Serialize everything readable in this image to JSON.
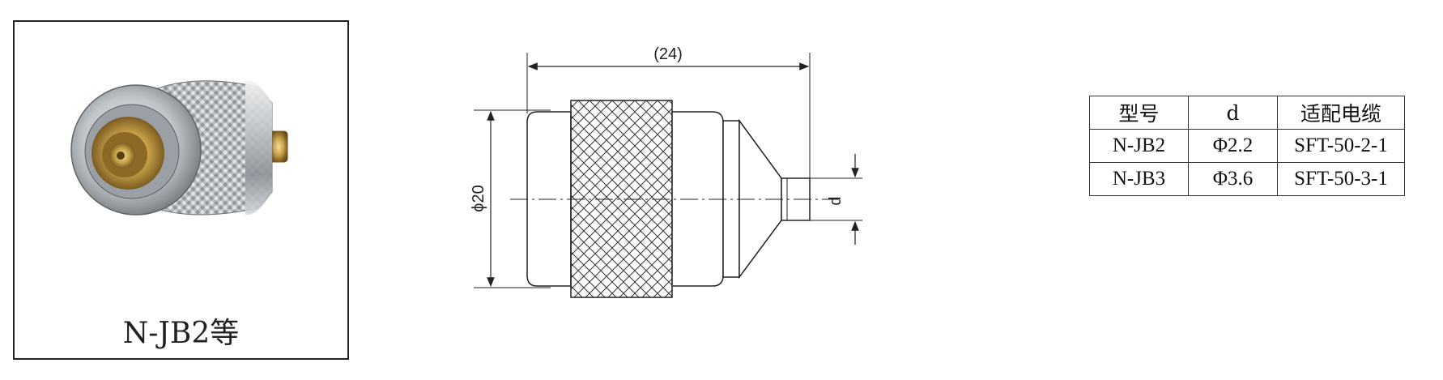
{
  "photo": {
    "caption": "N-JB2等",
    "description_icon": "n-connector-photo"
  },
  "drawing": {
    "length_label": "(24)",
    "diameter_label": "ϕ20",
    "pin_label": "d"
  },
  "spec_table": {
    "headers": [
      "型号",
      "d",
      "适配电缆"
    ],
    "rows": [
      [
        "N-JB2",
        "Φ2.2",
        "SFT-50-2-1"
      ],
      [
        "N-JB3",
        "Φ3.6",
        "SFT-50-3-1"
      ]
    ]
  },
  "colors": {
    "line": "#222222",
    "metal_light": "#e6e8ea",
    "metal_dark": "#8a8f94",
    "gold": "#c9a24a"
  }
}
